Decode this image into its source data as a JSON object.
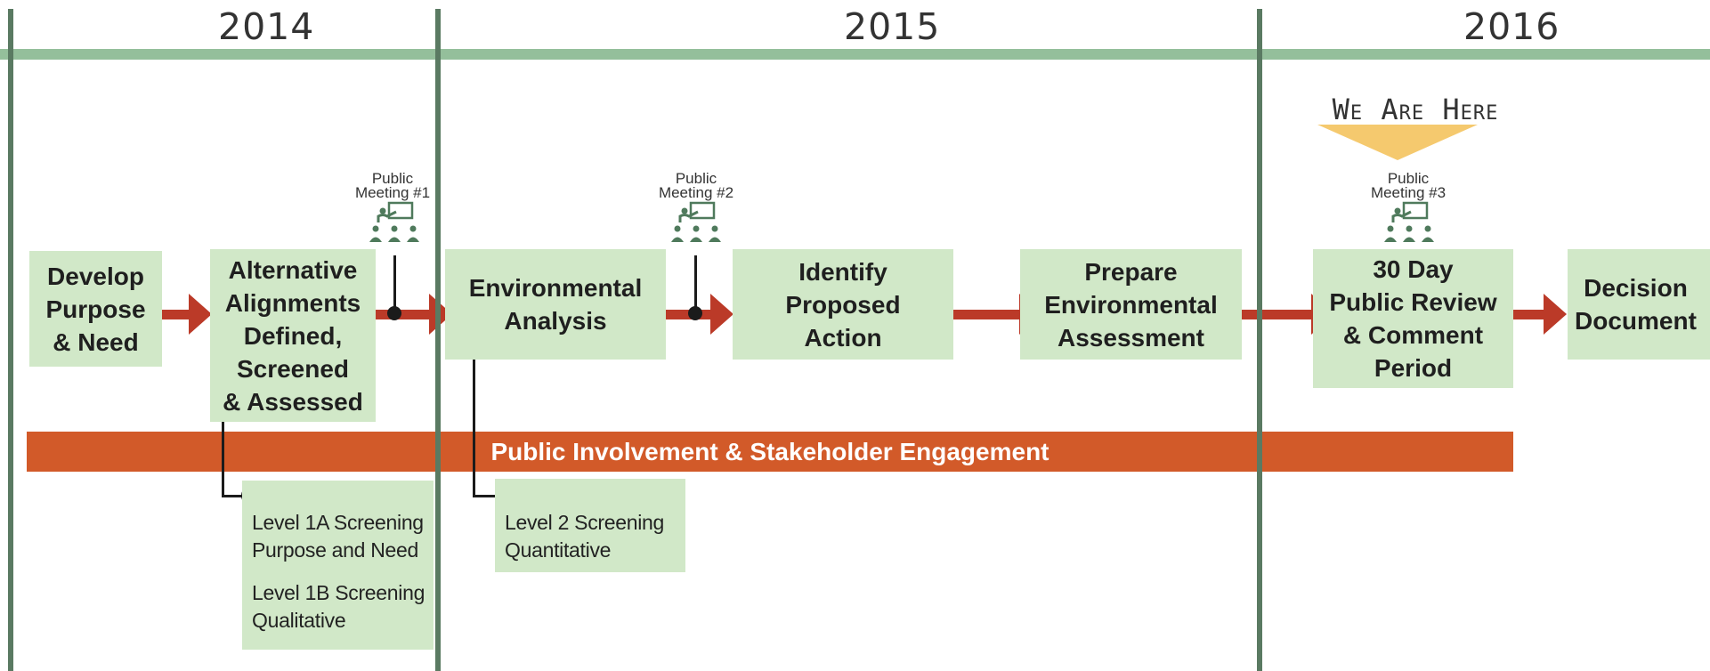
{
  "years": [
    "2014",
    "2015",
    "2016"
  ],
  "steps": [
    {
      "label": "Develop\nPurpose\n& Need"
    },
    {
      "label": "Alternative\nAlignments\nDefined,\nScreened\n& Assessed"
    },
    {
      "label": "Environmental\nAnalysis"
    },
    {
      "label": "Identify\nProposed\nAction"
    },
    {
      "label": "Prepare\nEnvironmental\nAssessment"
    },
    {
      "label": "30 Day\nPublic Review\n& Comment\nPeriod"
    },
    {
      "label": "Decision\nDocument"
    }
  ],
  "engagement_bar": "Public Involvement & Stakeholder Engagement",
  "meetings": [
    {
      "line1": "Public",
      "line2": "Meeting #1",
      "icon": "presentation-meeting-icon"
    },
    {
      "line1": "Public",
      "line2": "Meeting #2",
      "icon": "presentation-meeting-icon"
    },
    {
      "line1": "Public",
      "line2": "Meeting #3",
      "icon": "presentation-meeting-icon"
    }
  ],
  "screening_notes": [
    {
      "lines": [
        "Level 1A Screening",
        "Purpose and Need",
        "Level 1B Screening",
        "Qualitative"
      ]
    },
    {
      "lines": [
        "Level 2 Screening",
        "Quantitative"
      ]
    }
  ],
  "marker": {
    "label": "We Are Here"
  },
  "colors": {
    "band": "#94bf9b",
    "divider": "#5a7a62",
    "box": "#d1e8c8",
    "arrow": "#bb3a28",
    "engagement": "#d25a29",
    "marker": "#f5c96e",
    "icon": "#4f7a5c"
  }
}
